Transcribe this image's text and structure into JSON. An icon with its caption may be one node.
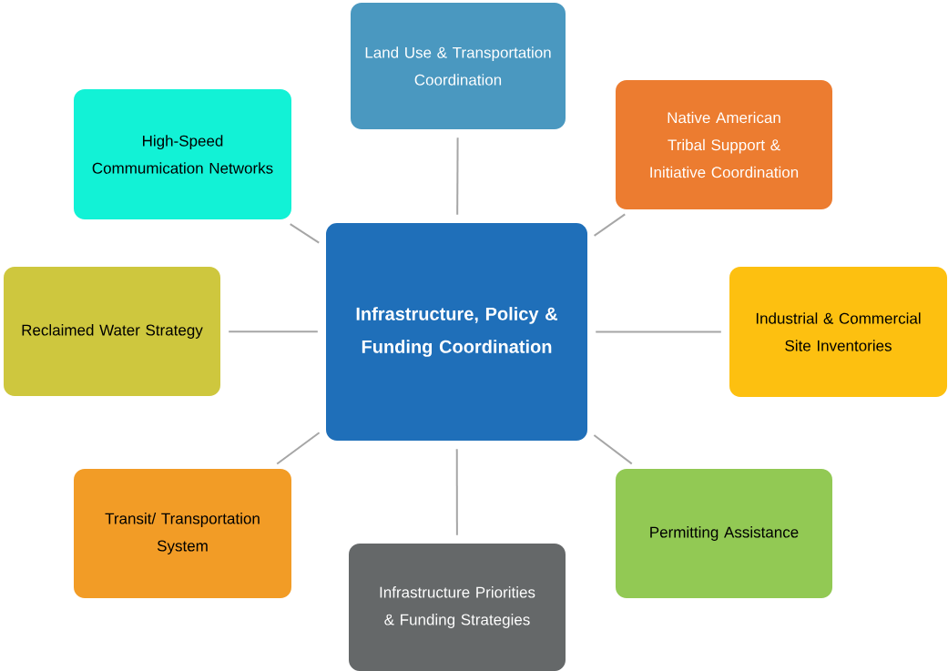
{
  "diagram": {
    "nodes": [
      {
        "text": [
          "Land Use & Transportation Coordination"
        ]
      },
      {
        "text": [
          "High-Speed Commumication Networks"
        ]
      },
      {
        "text": [
          "Native American Tribal Support & Initiative Coordination"
        ]
      },
      {
        "text": [
          "Reclaimed Water Strategy"
        ]
      },
      {
        "text": [
          "Infrastructure, Policy & Funding Coordination"
        ]
      },
      {
        "text": [
          "Industrial & Commercial Site Inventories"
        ]
      },
      {
        "text": [
          "Transit/ Transportation System"
        ]
      },
      {
        "text": [
          "Permitting Assistance"
        ]
      },
      {
        "text": [
          "Infrastructure Priorities & Funding Strategies"
        ]
      }
    ],
    "edges": [
      {
        "from": 4,
        "to": 0,
        "arrow": "none"
      },
      {
        "from": 4,
        "to": 1,
        "arrow": "none"
      },
      {
        "from": 4,
        "to": 2,
        "arrow": "none"
      },
      {
        "from": 4,
        "to": 3,
        "arrow": "none"
      },
      {
        "from": 4,
        "to": 5,
        "arrow": "none"
      },
      {
        "from": 4,
        "to": 6,
        "arrow": "none"
      },
      {
        "from": 4,
        "to": 7,
        "arrow": "none"
      },
      {
        "from": 4,
        "to": 8,
        "arrow": "none"
      }
    ]
  }
}
